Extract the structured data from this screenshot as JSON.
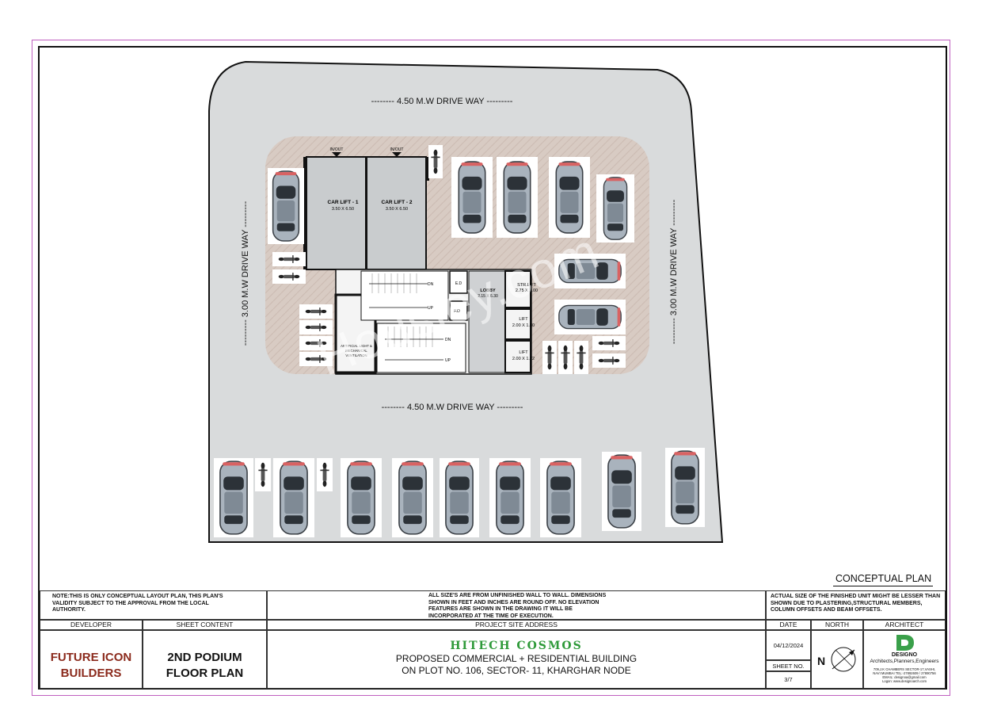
{
  "plan": {
    "driveway_top": "-------- 4.50 M.W DRIVE WAY ---------",
    "driveway_bottom": "-------- 4.50 M.W DRIVE WAY ---------",
    "driveway_left": "--------- 3.00 M.W DRIVE WAY ---------",
    "driveway_right": "--------- 3.00 M.W DRIVE WAY ---------",
    "car_lift_1": {
      "name": "CAR LIFT - 1",
      "size": "3.50 X 6.50",
      "tag": "IN/OUT"
    },
    "car_lift_2": {
      "name": "CAR LIFT - 2",
      "size": "3.50 X 6.50",
      "tag": "IN/OUT"
    },
    "lobby": {
      "name": "LOBBY",
      "size": "2.15 X 6.30"
    },
    "str_lift": {
      "name": "STR.LIFT",
      "size": "2.75 X 2.00"
    },
    "lift_1": {
      "name": "LIFT",
      "size": "2.00 X 1.80"
    },
    "lift_2": {
      "name": "LIFT",
      "size": "2.00 X 1.72"
    },
    "ed": "E.D",
    "fd": "F.D",
    "dn": "DN",
    "up": "UP",
    "ventilation": "ARTIFICIAL LIGHT & MECHANICAL VENTILATION",
    "watermark": "Housiey.com"
  },
  "conceptual_plan": "CONCEPTUAL PLAN",
  "titleblock": {
    "note_label": "NOTE:",
    "note": "THIS IS ONLY CONCEPTUAL LAYOUT PLAN, THIS PLAN'S VALIDITY SUBJECT TO THE APPROVAL FROM THE LOCAL AUTHORITY.",
    "sizes_note": "ALL SIZE'S ARE FROM UNFINISHED WALL TO WALL. DIMENSIONS SHOWN IN FEET AND INCHES ARE ROUND OFF. NO ELEVATION FEATURES ARE SHOWN IN THE DRAWING IT WILL BE INCORPORATED AT THE TIME OF EXECUTION.",
    "actual_note": "ACTUAL SIZE OF THE FINISHED UNIT MIGHT BE LESSER THAN SHOWN DUE TO PLASTERING,STRUCTURAL MEMBERS, COLUMN OFFSETS AND BEAM OFFSETS.",
    "hdr_developer": "DEVELOPER",
    "hdr_sheet_content": "SHEET CONTENT",
    "hdr_site_address": "PROJECT SITE ADDRESS",
    "hdr_date": "DATE",
    "hdr_north": "NORTH",
    "hdr_architect": "ARCHITECT",
    "developer_line1": "FUTURE ICON",
    "developer_line2": "BUILDERS",
    "sheet_content_line1": "2ND PODIUM",
    "sheet_content_line2": "FLOOR PLAN",
    "project_name": "HITECH COSMOS",
    "project_line1": "PROPOSED COMMERCIAL + RESIDENTIAL BUILDING",
    "project_line2": "ON PLOT NO. 106, SECTOR- 11, KHARGHAR NODE",
    "date": "04/12/2024",
    "sheet_no_label": "SHEET NO.",
    "sheet_no": "3/7",
    "north_letter": "N",
    "architect_name": "DESIGNO",
    "architect_tag": "Architects,Planners,Engineers",
    "architect_addr1": "709,J.K CHAMBERS SECTOR-17,VASHI,",
    "architect_addr2": "NAVI MUMBAI TEL:-27892609 / 27890756",
    "architect_email": "EMAIL: designoa@gmail.com",
    "architect_web": "Logon: www.designoarch.com"
  },
  "colors": {
    "site_gray": "#d9dbdc",
    "paving": "#d6c8c0",
    "project_name_green": "#2f9a3a",
    "developer_red": "#8b2a1c",
    "architect_green": "#3aa04a",
    "frame_magenta": "#c060c0"
  }
}
